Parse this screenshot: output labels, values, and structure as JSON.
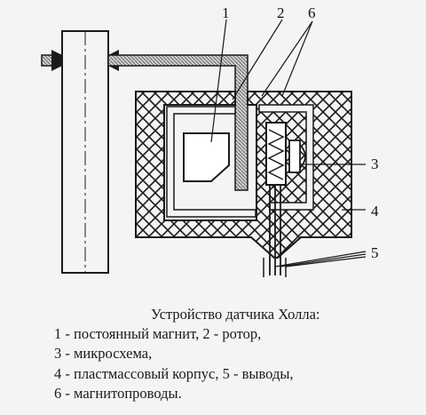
{
  "diagram": {
    "labels": {
      "l1": "1",
      "l2": "2",
      "l6": "6",
      "l3": "3",
      "l4": "4",
      "l5": "5"
    }
  },
  "caption": {
    "title": "Устройство датчика Холла:",
    "line1": "1 - постоянный магнит, 2 - ротор,",
    "line2": "3 - микросхема,",
    "line3": "4 - пластмассовый корпус, 5 - выводы,",
    "line4": "6 - магнитопроводы."
  },
  "colors": {
    "ink": "#1a1a1a",
    "paper": "#f4f4f2"
  }
}
